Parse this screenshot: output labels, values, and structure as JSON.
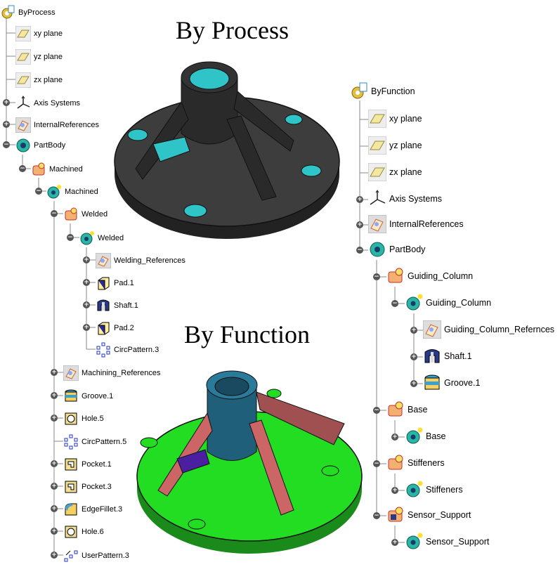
{
  "titles": {
    "process": "By Process",
    "function": "By Function"
  },
  "tree_process": {
    "root": "ByProcess",
    "items": [
      {
        "label": "xy plane",
        "icon": "plane-icon"
      },
      {
        "label": "yz plane",
        "icon": "plane-icon"
      },
      {
        "label": "zx plane",
        "icon": "plane-icon"
      },
      {
        "label": "Axis Systems",
        "icon": "axis-systems-icon"
      },
      {
        "label": "InternalReferences",
        "icon": "references-icon"
      },
      {
        "label": "PartBody",
        "icon": "partbody-icon"
      },
      {
        "label": "Machined",
        "icon": "part-node-icon"
      },
      {
        "label": "Machined",
        "icon": "body-gear-icon"
      },
      {
        "label": "Welded",
        "icon": "part-node-icon"
      },
      {
        "label": "Welded",
        "icon": "body-gear-icon"
      },
      {
        "label": "Welding_References",
        "icon": "references-icon"
      },
      {
        "label": "Pad.1",
        "icon": "pad-icon"
      },
      {
        "label": "Shaft.1",
        "icon": "shaft-icon"
      },
      {
        "label": "Pad.2",
        "icon": "pad-icon"
      },
      {
        "label": "CircPattern.3",
        "icon": "circpattern-icon"
      },
      {
        "label": "Machining_References",
        "icon": "references-icon"
      },
      {
        "label": "Groove.1",
        "icon": "groove-icon"
      },
      {
        "label": "Hole.5",
        "icon": "hole-icon"
      },
      {
        "label": "CircPattern.5",
        "icon": "circpattern-icon"
      },
      {
        "label": "Pocket.1",
        "icon": "pocket-icon"
      },
      {
        "label": "Pocket.3",
        "icon": "pocket-icon"
      },
      {
        "label": "EdgeFillet.3",
        "icon": "edgefillet-icon"
      },
      {
        "label": "Hole.6",
        "icon": "hole-icon"
      },
      {
        "label": "UserPattern.3",
        "icon": "userpattern-icon"
      }
    ]
  },
  "tree_function": {
    "root": "ByFunction",
    "items": [
      {
        "label": "xy plane",
        "icon": "plane-icon"
      },
      {
        "label": "yz plane",
        "icon": "plane-icon"
      },
      {
        "label": "zx plane",
        "icon": "plane-icon"
      },
      {
        "label": "Axis Systems",
        "icon": "axis-systems-icon"
      },
      {
        "label": "InternalReferences",
        "icon": "references-icon"
      },
      {
        "label": "PartBody",
        "icon": "partbody-icon"
      },
      {
        "label": "Guiding_Column",
        "icon": "part-node-icon"
      },
      {
        "label": "Guiding_Column",
        "icon": "body-gear-icon"
      },
      {
        "label": "Guiding_Column_Refernces",
        "icon": "references-icon"
      },
      {
        "label": "Shaft.1",
        "icon": "shaft-icon"
      },
      {
        "label": "Groove.1",
        "icon": "groove-icon"
      },
      {
        "label": "Base",
        "icon": "part-node-icon"
      },
      {
        "label": "Base",
        "icon": "body-gear-icon"
      },
      {
        "label": "Stiffeners",
        "icon": "part-node-icon"
      },
      {
        "label": "Stiffeners",
        "icon": "body-gear-icon"
      },
      {
        "label": "Sensor_Support",
        "icon": "part-node-icon"
      },
      {
        "label": "Sensor_Support",
        "icon": "body-gear-icon"
      }
    ]
  },
  "colors": {
    "process_base": "#3d3d3d",
    "process_hole": "#2fc4c8",
    "function_base": "#22dd22",
    "function_column": "#1f5f7a",
    "function_ribs": "#cc6666",
    "function_support": "#4a1fa0"
  }
}
